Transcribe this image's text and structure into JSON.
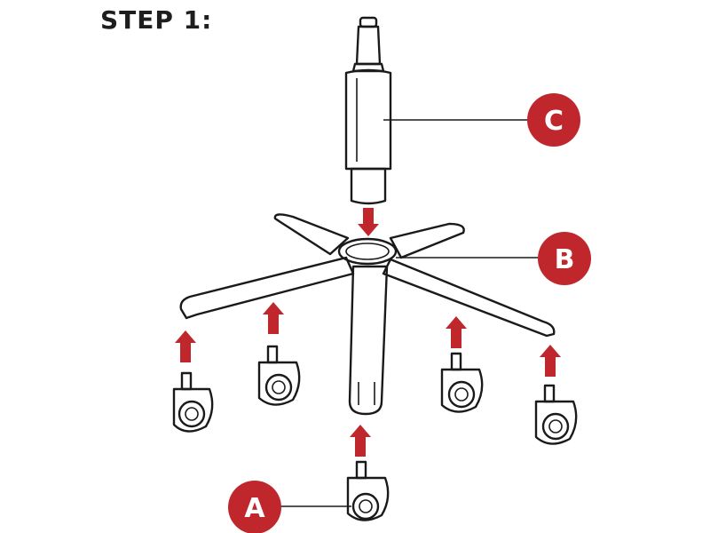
{
  "title": "STEP 1:",
  "callouts": {
    "a": "A",
    "b": "B",
    "c": "C"
  },
  "colors": {
    "accent": "#c0272d",
    "ink": "#1a1a1a",
    "background": "#ffffff"
  },
  "parts": {
    "gas-lift": "C",
    "base": "B",
    "casters": "A"
  }
}
